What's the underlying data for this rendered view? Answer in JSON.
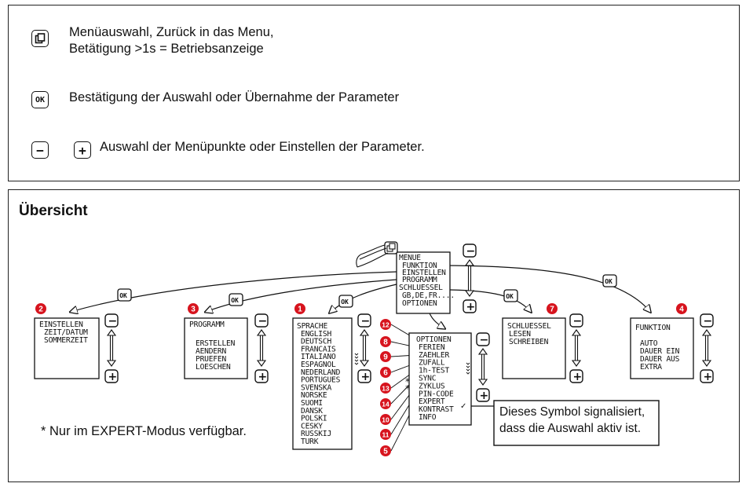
{
  "legend": {
    "menu_line1": "Menüauswahl, Zurück in das Menu,",
    "menu_line2": "Betätigung >1s = Betriebsanzeige",
    "ok_label": "OK",
    "ok_text": "Bestätigung der Auswahl oder Übernahme der Parameter",
    "minus_label": "−",
    "plus_label": "+",
    "minusplus_text": "Auswahl der Menüpunkte oder Einstellen der Parameter."
  },
  "overview": {
    "title": "Übersicht",
    "footnote": "* Nur im EXPERT-Modus verfügbar.",
    "callout_line1": "Dieses Symbol signalisiert,",
    "callout_line2": "dass die Auswahl aktiv ist."
  },
  "buttons": {
    "ok": "OK",
    "minus": "−",
    "plus": "+"
  },
  "screens": {
    "menue": [
      "MENUE",
      "FUNKTION",
      "EINSTELLEN",
      "PROGRAMM",
      "SCHLUESSEL",
      "GB,DE,FR....",
      "OPTIONEN"
    ],
    "einstellen": [
      "EINSTELLEN",
      "ZEIT/DATUM",
      "SOMMERZEIT"
    ],
    "programm": [
      "PROGRAMM",
      "ERSTELLEN",
      "AENDERN",
      "PRUEFEN",
      "LOESCHEN"
    ],
    "sprache": [
      "SPRACHE",
      "ENGLISH",
      "DEUTSCH",
      "FRANCAIS",
      "ITALIANO",
      "ESPAGNOL",
      "NEDERLAND",
      "PORTUGUES",
      "SVENSKA",
      "NORSKE",
      "SUOMI",
      "DANSK",
      "POLSKI",
      "CESKY",
      "RUSSKIJ",
      "TURK"
    ],
    "optionen": [
      "OPTIONEN",
      "FERIEN",
      "ZAEHLER",
      "ZUFALL",
      "1h-TEST",
      "SYNC",
      "ZYKLUS",
      "PIN-CODE",
      "EXPERT",
      "KONTRAST",
      "INFO"
    ],
    "schluessel": [
      "SCHLUESSEL",
      "LESEN",
      "SCHREIBEN"
    ],
    "funktion": [
      "FUNKTION",
      "AUTO",
      "DAUER EIN",
      "DAUER AUS",
      "EXTRA"
    ]
  },
  "badges": {
    "einstellen": "2",
    "programm": "3",
    "sprache": "1",
    "schluessel": "7",
    "funktion": "4",
    "optionen": [
      "12",
      "8",
      "9",
      "6",
      "13",
      "14",
      "10",
      "11",
      "5"
    ]
  },
  "markers": {
    "star": "*",
    "active_mark": "✓"
  },
  "colors": {
    "badge_red": "#d7141e",
    "line": "#111111",
    "border": "#222222"
  },
  "icons": [
    "menu-button-icon",
    "ok-button-icon",
    "minus-button-icon",
    "plus-button-icon",
    "hand-pointer-icon",
    "up-down-arrow-icon",
    "checkmark-icon"
  ]
}
